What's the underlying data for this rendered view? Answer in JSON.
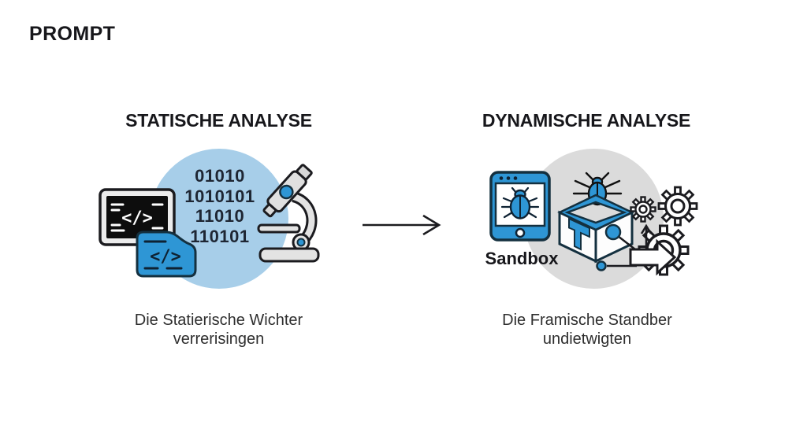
{
  "header": {
    "label": "PROMPT"
  },
  "colors": {
    "accent_blue": "#2e96d5",
    "light_blue_circle": "#a7cee9",
    "gray_circle": "#dbdbdb",
    "outline_dark": "#1b1b1f"
  },
  "left_panel": {
    "title": "STATISCHE ANALYSE",
    "binary_lines": [
      "01010",
      "1010101",
      "11010",
      "110101"
    ],
    "terminal_glyph": "</>",
    "file_glyph": "</>",
    "caption": [
      "Die Statierische Wichter",
      "verrerisingen"
    ],
    "icons": [
      "code-terminal-icon",
      "code-file-icon",
      "microscope-icon",
      "binary-code-text"
    ]
  },
  "flow": {
    "arrow_direction": "right"
  },
  "right_panel": {
    "title": "DYNAMISCHE ANALYSE",
    "sandbox_label": "Sandbox",
    "caption": [
      "Die Framische Standber",
      "undietwigten"
    ],
    "icons": [
      "tablet-bug-icon",
      "sandbox-box-icon",
      "bug-icon",
      "gears-icon",
      "flow-arrow-icon"
    ]
  }
}
